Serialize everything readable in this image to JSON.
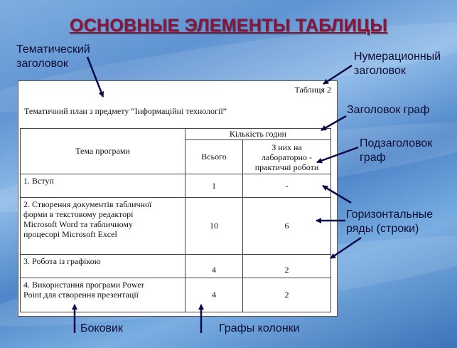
{
  "title": "ОСНОВНЫЕ ЭЛЕМЕНТЫ ТАБЛИЦЫ",
  "labels": {
    "thematic": [
      "Тематический",
      "заголовок"
    ],
    "numbering": [
      "Нумерационный",
      "заголовок"
    ],
    "columns_header": "Заголовок граф",
    "sub_header": [
      "Подзаголовок",
      "граф"
    ],
    "rows": [
      "Горизонтальные",
      "ряды (строки)"
    ],
    "stub": "Боковик",
    "columns": "Графы колонки"
  },
  "document": {
    "caption": "Таблиця 2",
    "plan_title": "Тематичний план з предмету  “Інформаційні технології”",
    "header": {
      "topic": "Тема програми",
      "hours": "Кількість годин",
      "total": "Всього",
      "lab": [
        "З них на",
        "лабораторно -",
        "практичні роботи"
      ]
    },
    "rows": [
      {
        "topic": [
          "1.  Вступ"
        ],
        "total": "1",
        "lab": "-"
      },
      {
        "topic": [
          "2.  Створення документів табличної",
          "форми в текстовому редакторі",
          "Microsoft Word  та табличному",
          "процесорі Microsoft Excel"
        ],
        "total": "10",
        "lab": "6"
      },
      {
        "topic": [
          "3.  Робота із графікою"
        ],
        "total": "4",
        "lab": "2"
      },
      {
        "topic": [
          "4.  Використання програми Power",
          "Point для створення презентації"
        ],
        "total": "4",
        "lab": "2"
      }
    ]
  },
  "colors": {
    "title": "#8b1538",
    "labels": "#0d0d33",
    "arrows": "#0a0a4a"
  }
}
